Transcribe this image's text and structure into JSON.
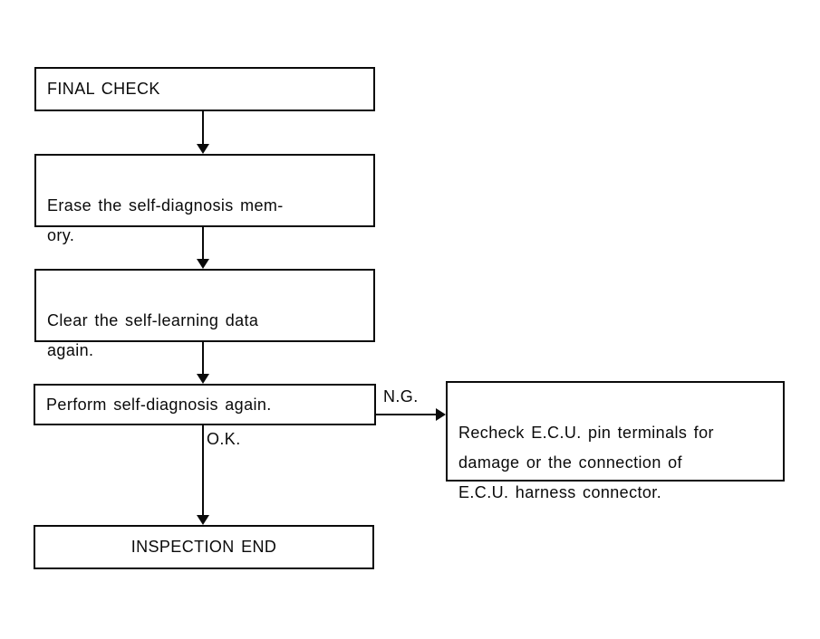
{
  "nodes": {
    "final_check": {
      "label": "FINAL CHECK"
    },
    "erase_memory": {
      "label": "Erase the self-diagnosis mem-\nory."
    },
    "clear_data": {
      "label": "Clear the self-learning data\nagain."
    },
    "perform_diagnosis": {
      "label": "Perform self-diagnosis again."
    },
    "inspection_end": {
      "label": "INSPECTION END"
    },
    "recheck_ecu": {
      "label": "Recheck E.C.U. pin terminals for\ndamage or the connection of\nE.C.U. harness connector."
    }
  },
  "edges": {
    "ng_label": "N.G.",
    "ok_label": "O.K."
  },
  "colors": {
    "line": "#0a0a0a",
    "background": "#ffffff"
  }
}
